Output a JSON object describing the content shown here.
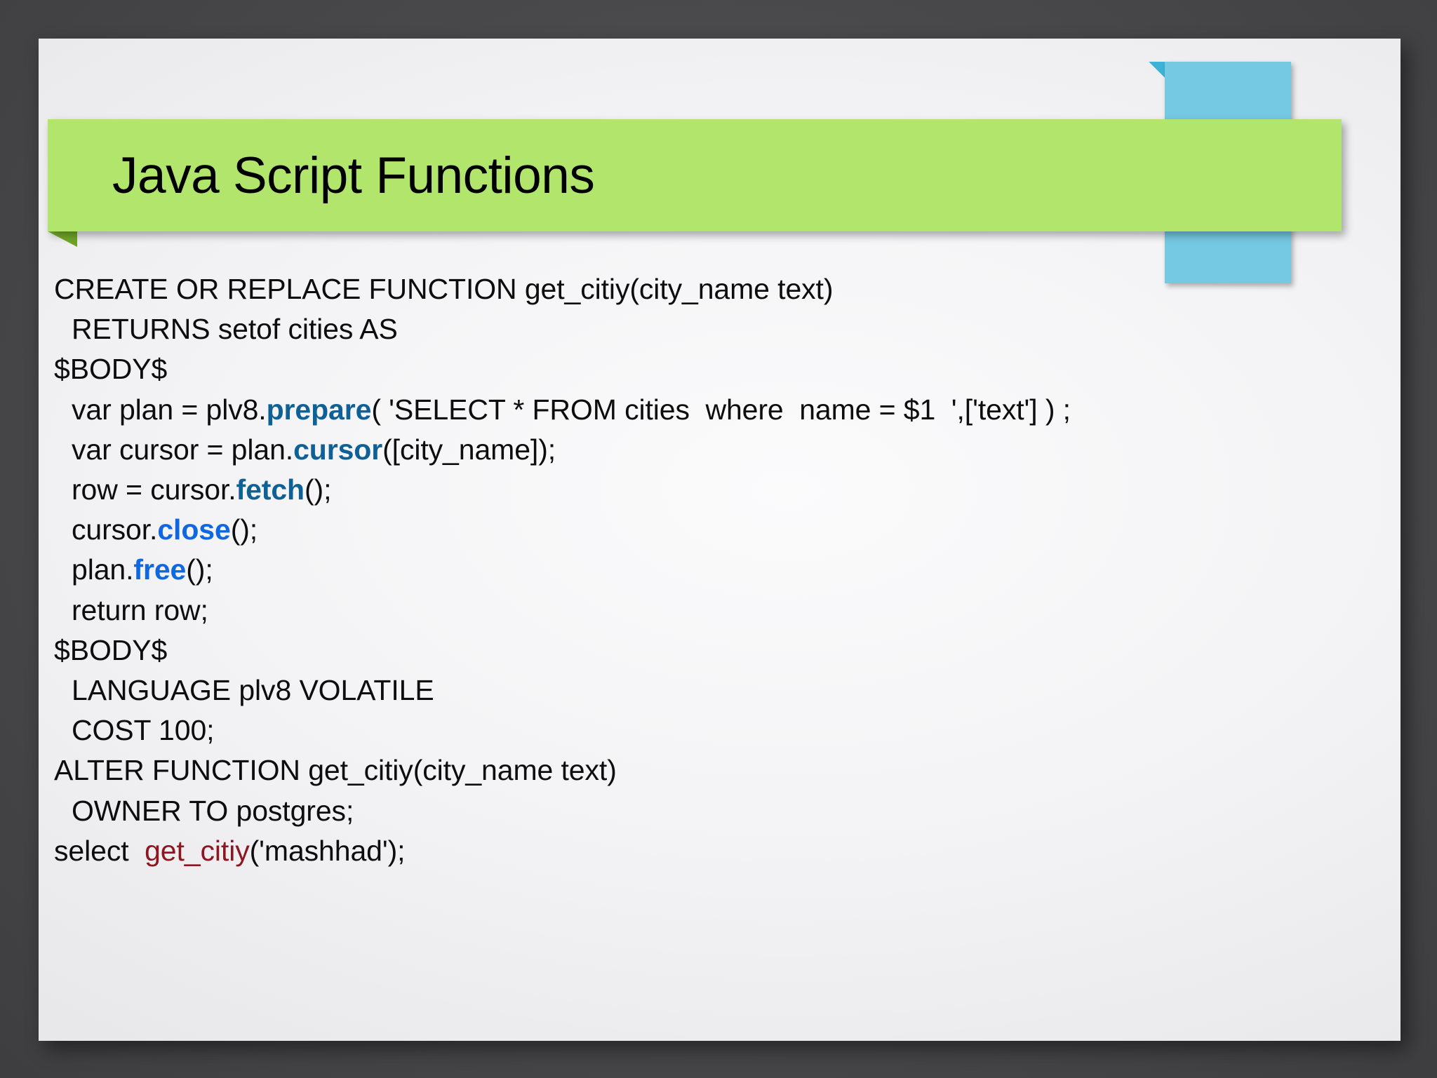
{
  "slide": {
    "title": "Java Script Functions",
    "theme": {
      "banner_green": "#b2e56b",
      "banner_fold_green": "#7ab52e",
      "ribbon_blue": "#76c9e3",
      "slide_background": "#f1f1f3",
      "desktop_background": "#4a4a4c",
      "text_color": "#0d0d0d",
      "keyword_teal": "#0f6195",
      "keyword_blue": "#1068e0",
      "function_red": "#8d1620"
    },
    "code_lines": [
      {
        "indent": false,
        "segments": [
          {
            "text": "CREATE OR REPLACE FUNCTION get_citiy(city_name text)",
            "style": "plain"
          }
        ]
      },
      {
        "indent": true,
        "segments": [
          {
            "text": "RETURNS setof cities AS",
            "style": "plain"
          }
        ]
      },
      {
        "indent": false,
        "segments": [
          {
            "text": "$BODY$",
            "style": "plain"
          }
        ]
      },
      {
        "indent": true,
        "segments": [
          {
            "text": "var plan = plv8.",
            "style": "plain"
          },
          {
            "text": "prepare",
            "style": "kw-teal"
          },
          {
            "text": "( 'SELECT * FROM cities  where  name = $1  ',['text'] ) ;",
            "style": "plain"
          }
        ]
      },
      {
        "indent": true,
        "segments": [
          {
            "text": "var cursor = plan.",
            "style": "plain"
          },
          {
            "text": "cursor",
            "style": "kw-teal"
          },
          {
            "text": "([city_name]);",
            "style": "plain"
          }
        ]
      },
      {
        "indent": true,
        "segments": [
          {
            "text": "row = cursor.",
            "style": "plain"
          },
          {
            "text": "fetch",
            "style": "kw-teal"
          },
          {
            "text": "();",
            "style": "plain"
          }
        ]
      },
      {
        "indent": true,
        "segments": [
          {
            "text": "cursor.",
            "style": "plain"
          },
          {
            "text": "close",
            "style": "kw-blue"
          },
          {
            "text": "();",
            "style": "plain"
          }
        ]
      },
      {
        "indent": true,
        "segments": [
          {
            "text": "plan.",
            "style": "plain"
          },
          {
            "text": "free",
            "style": "kw-blue"
          },
          {
            "text": "();",
            "style": "plain"
          }
        ]
      },
      {
        "indent": true,
        "segments": [
          {
            "text": "return row;",
            "style": "plain"
          }
        ]
      },
      {
        "indent": false,
        "segments": [
          {
            "text": "$BODY$",
            "style": "plain"
          }
        ]
      },
      {
        "indent": true,
        "segments": [
          {
            "text": "LANGUAGE plv8 VOLATILE",
            "style": "plain"
          }
        ]
      },
      {
        "indent": true,
        "segments": [
          {
            "text": "COST 100;",
            "style": "plain"
          }
        ]
      },
      {
        "indent": false,
        "segments": [
          {
            "text": "ALTER FUNCTION get_citiy(city_name text)",
            "style": "plain"
          }
        ]
      },
      {
        "indent": true,
        "segments": [
          {
            "text": "OWNER TO postgres;",
            "style": "plain"
          }
        ]
      },
      {
        "indent": false,
        "segments": [
          {
            "text": "select  ",
            "style": "plain"
          },
          {
            "text": "get_citiy",
            "style": "kw-red"
          },
          {
            "text": "('mashhad');",
            "style": "plain"
          }
        ]
      }
    ]
  }
}
